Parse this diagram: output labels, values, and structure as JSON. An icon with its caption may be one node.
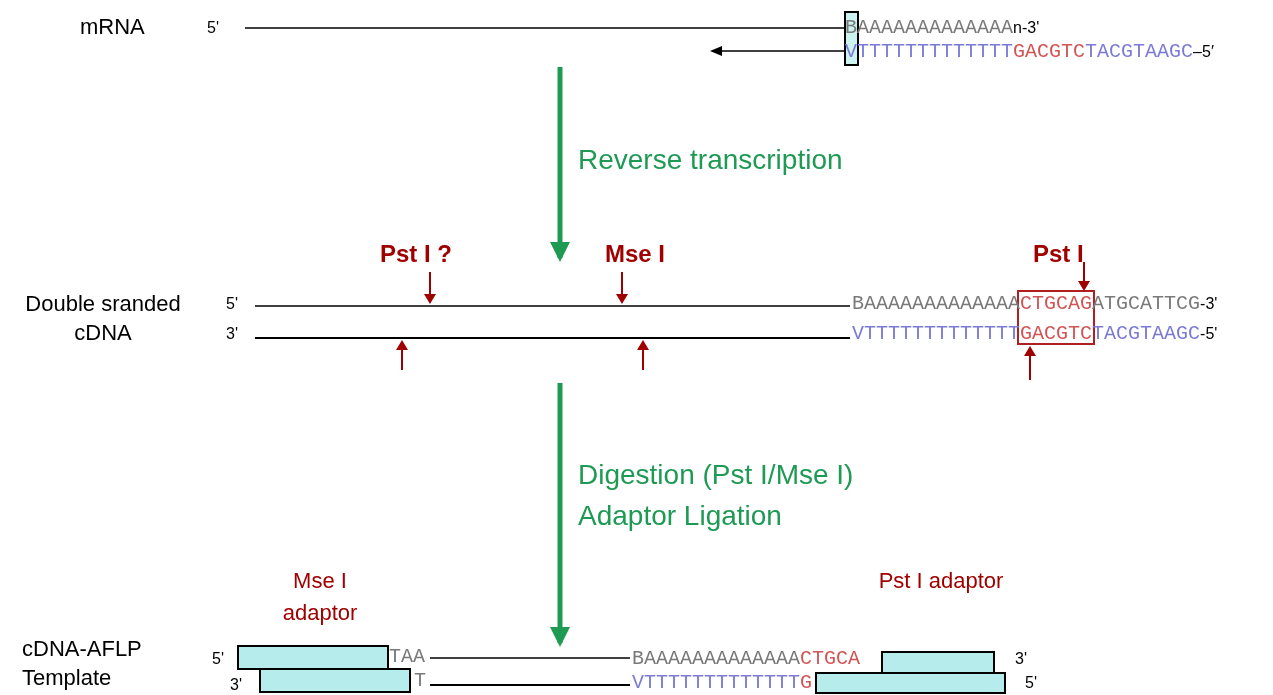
{
  "diagram": {
    "nodes": [
      {
        "text": [
          "mRNA"
        ]
      },
      {
        "text": [
          "Double sranded cDNA"
        ]
      },
      {
        "text": [
          "cDNA-AFLP Template"
        ]
      }
    ],
    "edges": [
      {
        "from": 0,
        "to": 1,
        "arrow": "to",
        "label": "Reverse transcription"
      },
      {
        "from": 1,
        "to": 2,
        "arrow": "to",
        "label": "Digestion (Pst I/Mse I) Adaptor Ligation"
      }
    ],
    "labels": [
      "5'",
      "BAAAAAAAAAAAAA",
      "n-3'",
      "VTTTTTTTTTTTTT",
      "GACGTC",
      "TACGTAAGC",
      "–5′",
      "Pst I ?",
      "Mse I",
      "Pst I",
      "5'",
      "BAAAAAAAAAAAAA",
      "CTGCAG",
      "ATGCATTCG",
      "-3'",
      "3'",
      "VTTTTTTTTTTTTT",
      "GACGTC",
      "TACGTAAGC",
      "-5'",
      "Mse I adaptor",
      "Pst I adaptor",
      "5'",
      "TAA",
      "BAAAAAAAAAAAAA",
      "CTGCA",
      "3'",
      "3'",
      "T",
      "VTTTTTTTTTTTTT",
      "G",
      "5'"
    ]
  }
}
